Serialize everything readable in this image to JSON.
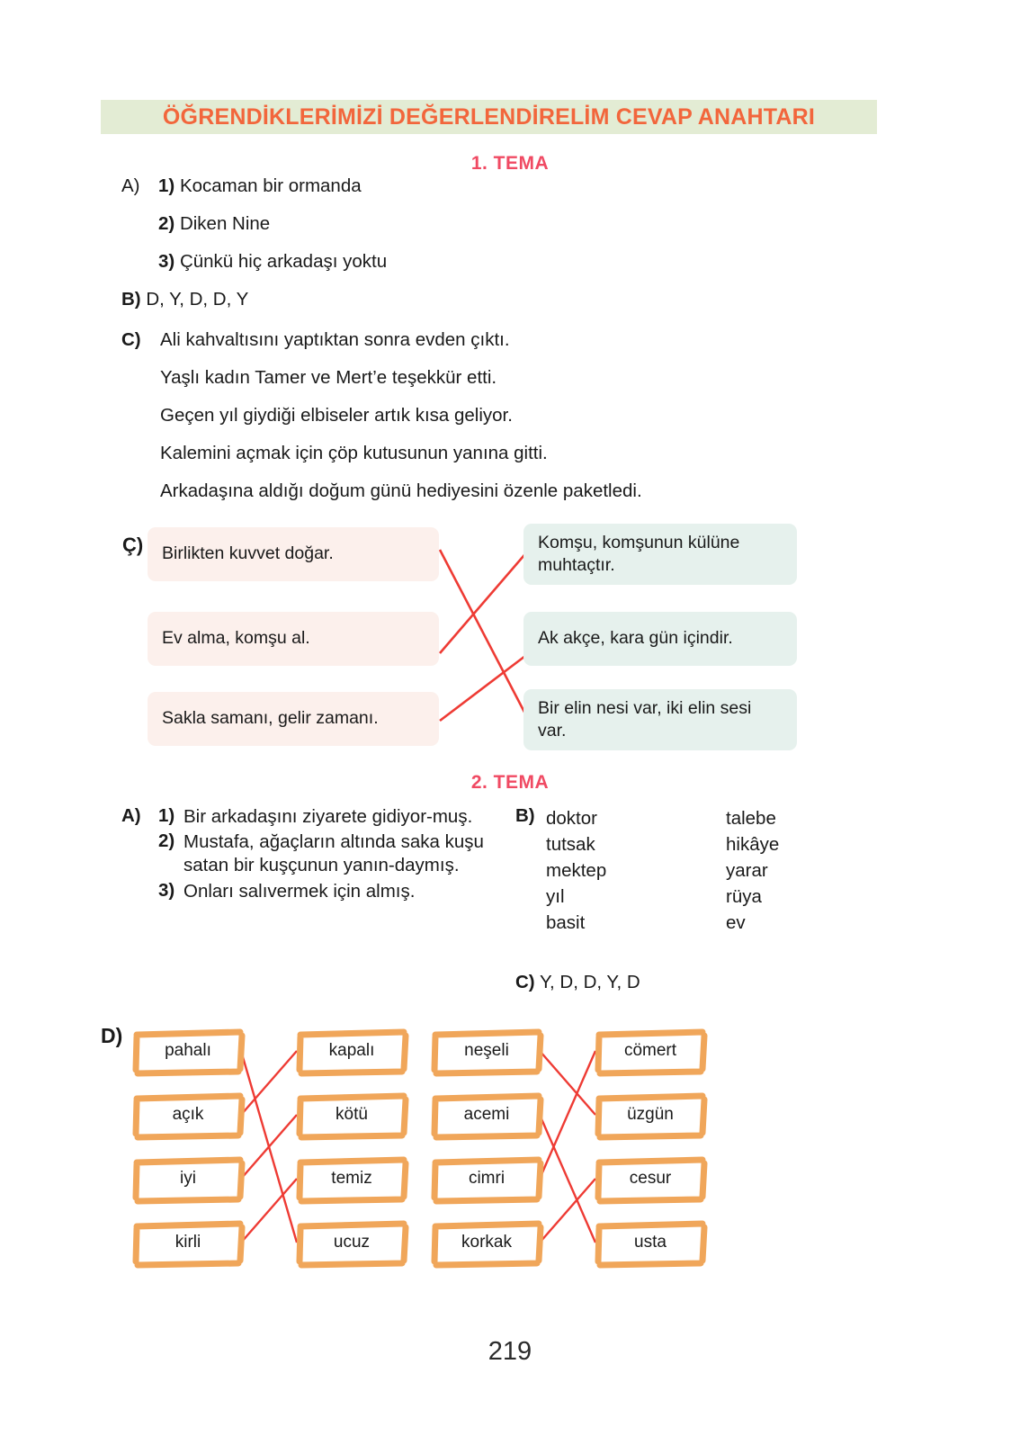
{
  "header": {
    "title": "ÖĞRENDİKLERİMİZİ DEĞERLENDİRELİM CEVAP ANAHTARI",
    "bar_color": "#e3ecd4",
    "title_color": "#f2663c"
  },
  "page_number": "219",
  "accent_colors": {
    "tema_heading": "#f04a63",
    "match_line": "#ee3b34",
    "word_box_border": "#f0a košice"
  },
  "tema1": {
    "heading": "1.  TEMA",
    "A": {
      "label": "A)",
      "items": [
        {
          "num": "1)",
          "text": "Kocaman bir ormanda"
        },
        {
          "num": "2)",
          "text": "Diken Nine"
        },
        {
          "num": "3)",
          "text": "Çünkü hiç arkadaşı yoktu"
        }
      ]
    },
    "B": {
      "label": "B)",
      "text": "D, Y, D, D, Y"
    },
    "C": {
      "label": "C)",
      "lines": [
        "Ali kahvaltısını yaptıktan sonra evden çıktı.",
        "Yaşlı kadın Tamer ve Mert’e teşekkür etti.",
        "Geçen yıl giydiği elbiseler artık kısa geliyor.",
        "Kalemini açmak için çöp kutusunun yanına gitti.",
        "Arkadaşına aldığı doğum günü hediyesini özenle paketledi."
      ]
    },
    "CC": {
      "label": "Ç)",
      "left_boxes": [
        "Birlikten kuvvet doğar.",
        "Ev alma, komşu al.",
        "Sakla samanı, gelir zamanı."
      ],
      "right_boxes": [
        "Komşu,  komşunun  külüne muhtaçtır.",
        "Ak akçe, kara gün içindir.",
        "Bir elin nesi var, iki elin sesi var."
      ],
      "connections": [
        {
          "from": 0,
          "to": 2
        },
        {
          "from": 1,
          "to": 0
        },
        {
          "from": 2,
          "to": 1
        }
      ]
    }
  },
  "tema2": {
    "heading": "2.  TEMA",
    "A": {
      "label": "A)",
      "items": [
        {
          "num": "1)",
          "text": "Bir arkadaşını ziyarete gidiyor-muş."
        },
        {
          "num": "2)",
          "text": "Mustafa, ağaçların altında saka kuşu satan bir kuşçunun yanın-daymış."
        },
        {
          "num": "3)",
          "text": "Onları salıvermek için almış."
        }
      ]
    },
    "B": {
      "label": "B)",
      "rows": [
        {
          "col1": "doktor",
          "col2": "talebe"
        },
        {
          "col1": "tutsak",
          "col2": "hikâye"
        },
        {
          "col1": "mektep",
          "col2": "yarar"
        },
        {
          "col1": "yıl",
          "col2": "rüya"
        },
        {
          "col1": "basit",
          "col2": "ev"
        }
      ]
    },
    "C": {
      "label": "C)",
      "text": "Y, D, D, Y, D"
    },
    "D": {
      "label": "D)",
      "group1": {
        "left": [
          "pahalı",
          "açık",
          "iyi",
          "kirli"
        ],
        "right": [
          "kapalı",
          "kötü",
          "temiz",
          "ucuz"
        ],
        "connections": [
          {
            "from": 0,
            "to": 3
          },
          {
            "from": 1,
            "to": 0
          },
          {
            "from": 2,
            "to": 1
          },
          {
            "from": 3,
            "to": 2
          }
        ]
      },
      "group2": {
        "left": [
          "neşeli",
          "acemi",
          "cimri",
          "korkak"
        ],
        "right": [
          "cömert",
          "üzgün",
          "cesur",
          "usta"
        ],
        "connections": [
          {
            "from": 0,
            "to": 1
          },
          {
            "from": 1,
            "to": 3
          },
          {
            "from": 2,
            "to": 0
          },
          {
            "from": 3,
            "to": 2
          }
        ]
      }
    }
  }
}
